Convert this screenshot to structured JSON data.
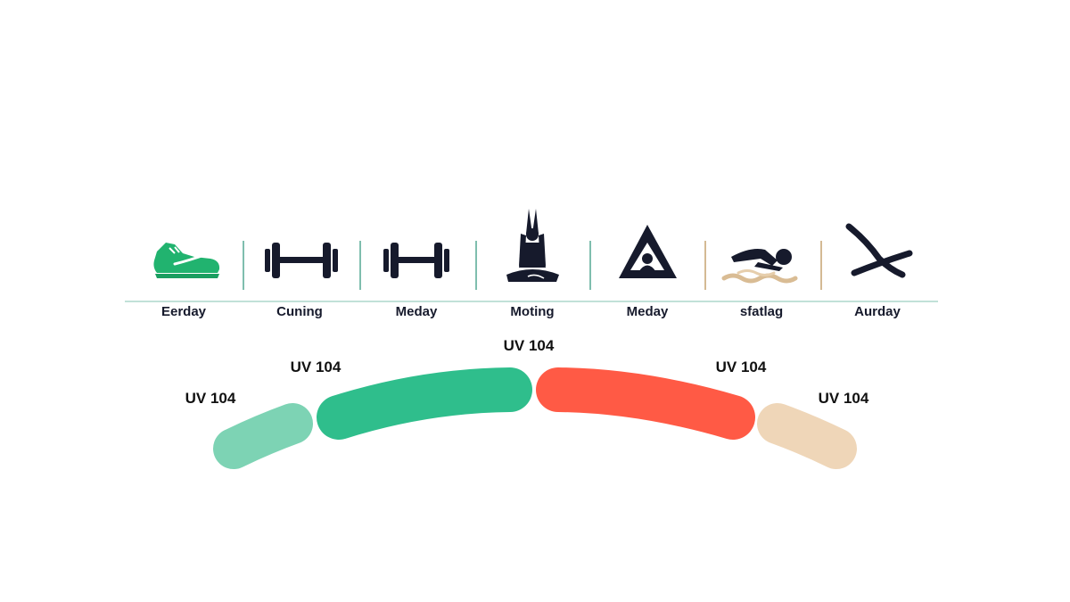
{
  "activities": [
    {
      "label": "Eerday",
      "icon": "running-shoe-icon"
    },
    {
      "label": "Cuning",
      "icon": "dumbbell-icon"
    },
    {
      "label": "Meday",
      "icon": "dumbbell-icon"
    },
    {
      "label": "Moting",
      "icon": "yoga-pose-icon"
    },
    {
      "label": "Meday",
      "icon": "yoga-triangle-pose-icon"
    },
    {
      "label": "sfatlag",
      "icon": "swimmer-icon"
    },
    {
      "label": "Aurday",
      "icon": "crossed-skis-icon"
    }
  ],
  "uv_scale": {
    "segments": [
      {
        "label": "UV 104",
        "color": "#7dd3b4"
      },
      {
        "label": "UV 104",
        "color": "#2fbe8c"
      },
      {
        "label": "UV 104",
        "color": ""
      },
      {
        "label": "UV 104",
        "color": "#ff5a45"
      },
      {
        "label": "UV 104",
        "color": "#efd6b8"
      }
    ]
  },
  "colors": {
    "green": "#21b36f",
    "navy": "#161a2c",
    "divider": "#5fae9a",
    "divider_tan": "#c9a979",
    "swim_wave": "#d9bc94"
  }
}
